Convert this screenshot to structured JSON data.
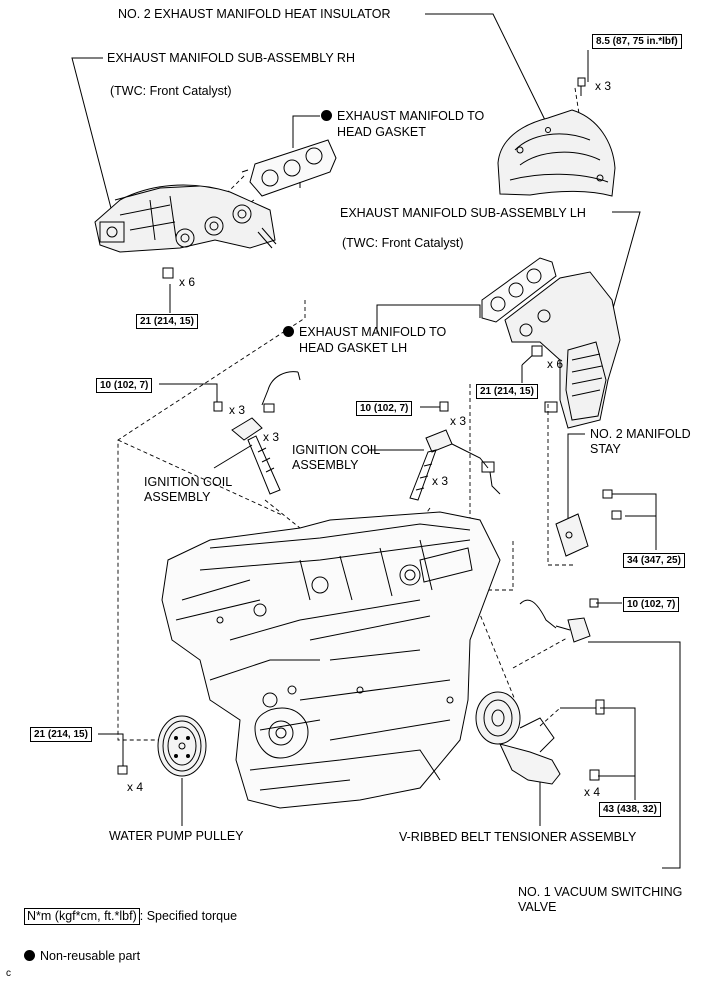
{
  "labels": {
    "heat_insulator": "NO. 2 EXHAUST MANIFOLD HEAT INSULATOR",
    "manifold_rh": "EXHAUST MANIFOLD SUB-ASSEMBLY RH",
    "twc_rh": "(TWC: Front Catalyst)",
    "gasket_rh_1": "EXHAUST MANIFOLD TO",
    "gasket_rh_2": "HEAD GASKET",
    "manifold_lh": "EXHAUST MANIFOLD SUB-ASSEMBLY LH",
    "twc_lh": "(TWC: Front Catalyst)",
    "gasket_lh_1": "EXHAUST MANIFOLD TO",
    "gasket_lh_2": "HEAD GASKET LH",
    "ign_coil_left": "IGNITION COIL ASSEMBLY",
    "ign_coil_right": "IGNITION COIL ASSEMBLY",
    "manifold_stay": "NO. 2 MANIFOLD STAY",
    "water_pump_pulley": "WATER PUMP PULLEY",
    "belt_tensioner": "V-RIBBED BELT TENSIONER ASSEMBLY",
    "vacuum_valve": "NO. 1 VACUUM SWITCHING VALVE"
  },
  "torques": {
    "insulator": "8.5 (87, 75 in.*lbf)",
    "manifold_rh": "21 (214, 15)",
    "manifold_lh": "21 (214, 15)",
    "coil_left": "10 (102, 7)",
    "coil_right": "10 (102, 7)",
    "stay": "34 (347, 25)",
    "vsv": "10 (102, 7)",
    "pulley": "21 (214, 15)",
    "tensioner": "43 (438, 32)"
  },
  "quantities": {
    "insulator_bolts": "x 3",
    "rh_nuts": "x 6",
    "lh_nuts": "x 6",
    "coil_left_bolts": "x 3",
    "coil_left_coils": "x 3",
    "coil_right_bolts": "x 3",
    "coil_right_coils": "x 3",
    "pulley_bolts": "x 4",
    "tensioner_bolts": "x 4"
  },
  "legend": {
    "torque_unit": "N*m (kgf*cm, ft.*lbf)",
    "torque_text": ": Specified torque",
    "nonreusable": "Non-reusable part",
    "corner": "c"
  }
}
